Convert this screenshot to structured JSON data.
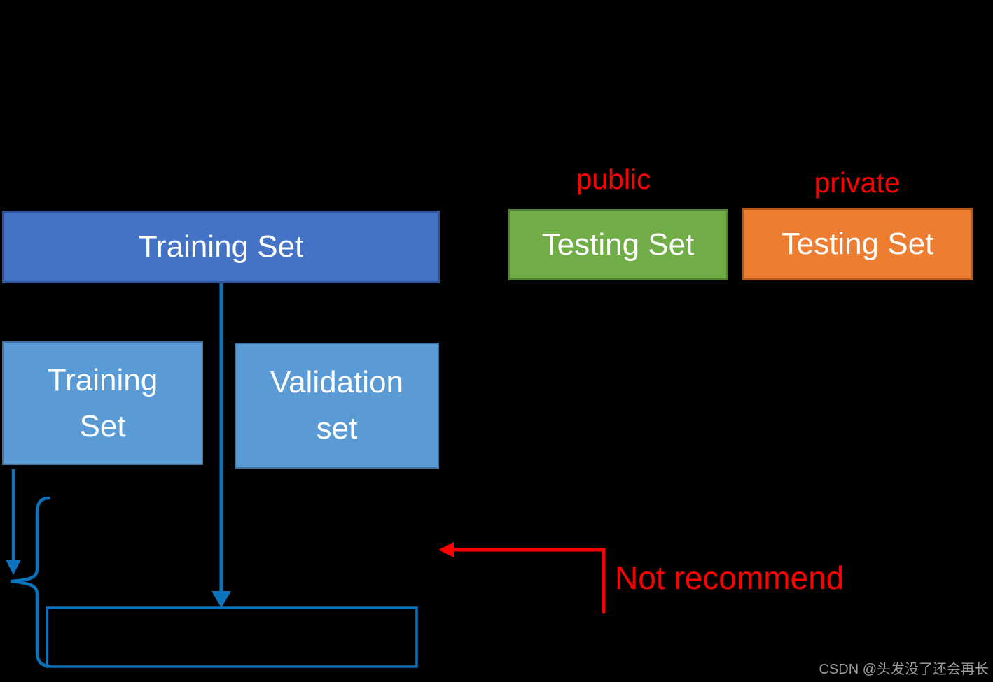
{
  "diagram": {
    "top_training_box": {
      "label": "Training Set",
      "fill": "#4472C4",
      "border": "#2F5597"
    },
    "public_label": {
      "text": "public",
      "color": "#FF0000"
    },
    "private_label": {
      "text": "private",
      "color": "#FF0000"
    },
    "public_testing_box": {
      "label": "Testing Set",
      "fill": "#70AD47",
      "border": "#548235"
    },
    "private_testing_box": {
      "label": "Testing Set",
      "fill": "#ED7D31",
      "border": "#B05A1E"
    },
    "sub_training_box": {
      "line1": "Training",
      "line2": "Set",
      "fill": "#5B9BD5",
      "border": "#41719C"
    },
    "validation_box": {
      "line1": "Validation",
      "line2": "set",
      "fill": "#5B9BD5",
      "border": "#41719C"
    },
    "not_recommend_label": {
      "text": "Not recommend",
      "color": "#FF0000"
    },
    "arrow_color": "#0C73BD",
    "background_color": "#000000",
    "watermark": {
      "text": "CSDN @头发没了还会再长",
      "color": "#9C9C9C"
    }
  }
}
